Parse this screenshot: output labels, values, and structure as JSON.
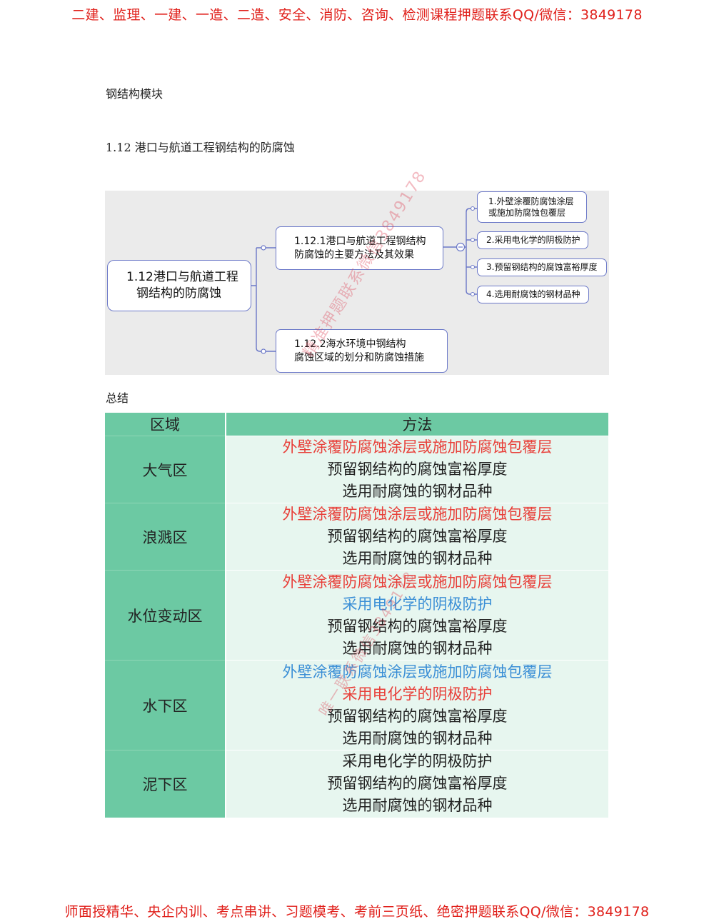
{
  "header_banner": "二建、监理、一建、一造、二造、安全、消防、咨询、检测课程押题联系QQ/微信：3849178",
  "footer_banner": "师面授精华、央企内训、考点串讲、习题模考、考前三页纸、绝密押题联系QQ/微信：3849178",
  "module_title": "钢结构模块",
  "section_title": "1.12 港口与航道工程钢结构的防腐蚀",
  "mindmap": {
    "root": [
      "1.12港口与航道工程",
      "钢结构的防腐蚀"
    ],
    "branch1": [
      "1.12.1港口与航道工程钢结构",
      "防腐蚀的主要方法及其效果"
    ],
    "branch2": [
      "1.12.2海水环境中钢结构",
      "腐蚀区域的划分和防腐蚀措施"
    ],
    "leaves": [
      [
        "1.外壁涂覆防腐蚀涂层",
        "或施加防腐蚀包覆层"
      ],
      [
        "2.采用电化学的阴极防护"
      ],
      [
        "3.预留钢结构的腐蚀富裕厚度"
      ],
      [
        "4.选用耐腐蚀的钢材品种"
      ]
    ],
    "collapse_symbol": "−"
  },
  "watermarks": [
    "精准押题联系微信3849178",
    "唯一联系微信3849178"
  ],
  "summary_label": "总结",
  "table": {
    "headers": [
      "区域",
      "方法"
    ],
    "rows": [
      {
        "zone": "大气区",
        "methods": [
          {
            "text": "外壁涂覆防腐蚀涂层或施加防腐蚀包覆层",
            "color": "#e8403a"
          },
          {
            "text": "预留钢结构的腐蚀富裕厚度",
            "color": "#222222"
          },
          {
            "text": "选用耐腐蚀的钢材品种",
            "color": "#222222"
          }
        ]
      },
      {
        "zone": "浪溅区",
        "methods": [
          {
            "text": "外壁涂覆防腐蚀涂层或施加防腐蚀包覆层",
            "color": "#e8403a"
          },
          {
            "text": "预留钢结构的腐蚀富裕厚度",
            "color": "#222222"
          },
          {
            "text": "选用耐腐蚀的钢材品种",
            "color": "#222222"
          }
        ]
      },
      {
        "zone": "水位变动区",
        "methods": [
          {
            "text": "外壁涂覆防腐蚀涂层或施加防腐蚀包覆层",
            "color": "#e8403a"
          },
          {
            "text": "采用电化学的阴极防护",
            "color": "#3b8fd6"
          },
          {
            "text": "预留钢结构的腐蚀富裕厚度",
            "color": "#222222"
          },
          {
            "text": "选用耐腐蚀的钢材品种",
            "color": "#222222"
          }
        ]
      },
      {
        "zone": "水下区",
        "methods": [
          {
            "text": "外壁涂覆防腐蚀涂层或施加防腐蚀包覆层",
            "color": "#3b8fd6"
          },
          {
            "text": "采用电化学的阴极防护",
            "color": "#e8403a"
          },
          {
            "text": "预留钢结构的腐蚀富裕厚度",
            "color": "#222222"
          },
          {
            "text": "选用耐腐蚀的钢材品种",
            "color": "#222222"
          }
        ]
      },
      {
        "zone": "泥下区",
        "methods": [
          {
            "text": "采用电化学的阴极防护",
            "color": "#222222"
          },
          {
            "text": "预留钢结构的腐蚀富裕厚度",
            "color": "#222222"
          },
          {
            "text": "选用耐腐蚀的钢材品种",
            "color": "#222222"
          }
        ]
      }
    ]
  }
}
